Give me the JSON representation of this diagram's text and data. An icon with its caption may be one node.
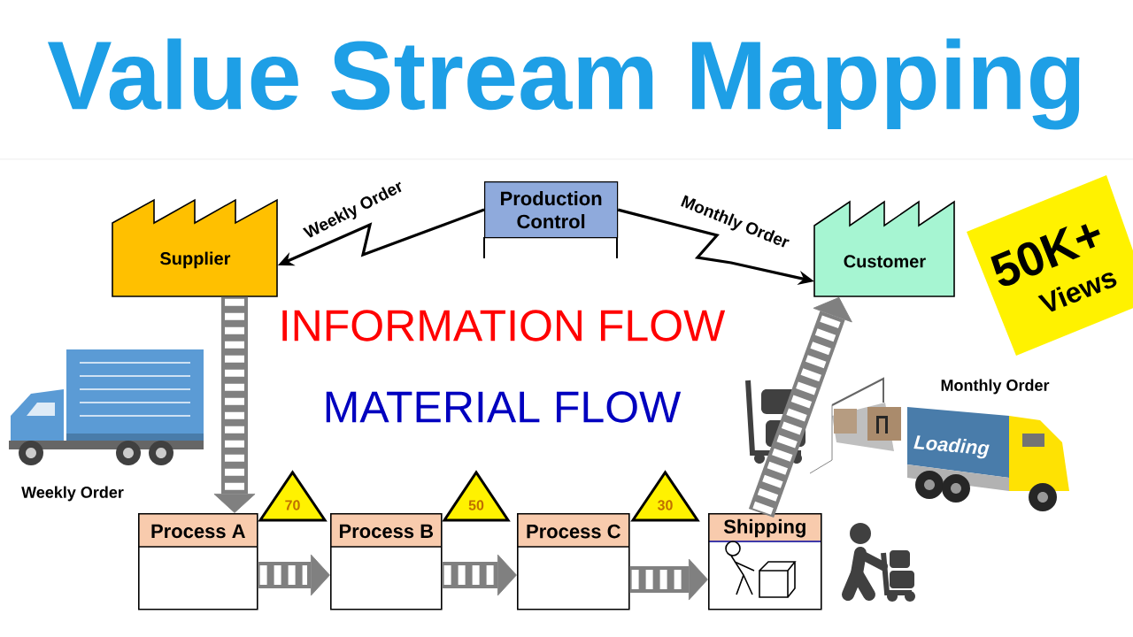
{
  "diagram": {
    "title": "Value Stream Mapping",
    "nodes": [
      {
        "text": [
          "Production Control"
        ]
      },
      {
        "text": [
          "Supplier"
        ]
      },
      {
        "text": [
          "Customer"
        ]
      },
      {
        "text": [
          "Process A"
        ]
      },
      {
        "text": [
          "Process B"
        ]
      },
      {
        "text": [
          "Process C"
        ]
      },
      {
        "text": [
          "Shipping"
        ]
      },
      {
        "text": [
          "70"
        ]
      },
      {
        "text": [
          "50"
        ]
      },
      {
        "text": [
          "30"
        ]
      }
    ],
    "edges": [
      {
        "from": 0,
        "to": 1,
        "arrow": "to",
        "label": "Weekly Order",
        "color": "#000000"
      },
      {
        "from": 0,
        "to": 2,
        "arrow": "to",
        "label": "Monthly Order",
        "color": "#000000"
      },
      {
        "from": 1,
        "to": 3,
        "arrow": "to"
      },
      {
        "from": 3,
        "to": 4,
        "arrow": "to"
      },
      {
        "from": 4,
        "to": 5,
        "arrow": "to"
      },
      {
        "from": 5,
        "to": 6,
        "arrow": "to"
      },
      {
        "from": 6,
        "to": 2,
        "arrow": "to"
      }
    ],
    "labels": [
      "50K+",
      "Views",
      "INFORMATION FLOW",
      "MATERIAL FLOW",
      "Monthly Order",
      "Loading",
      "Weekly Order"
    ]
  }
}
